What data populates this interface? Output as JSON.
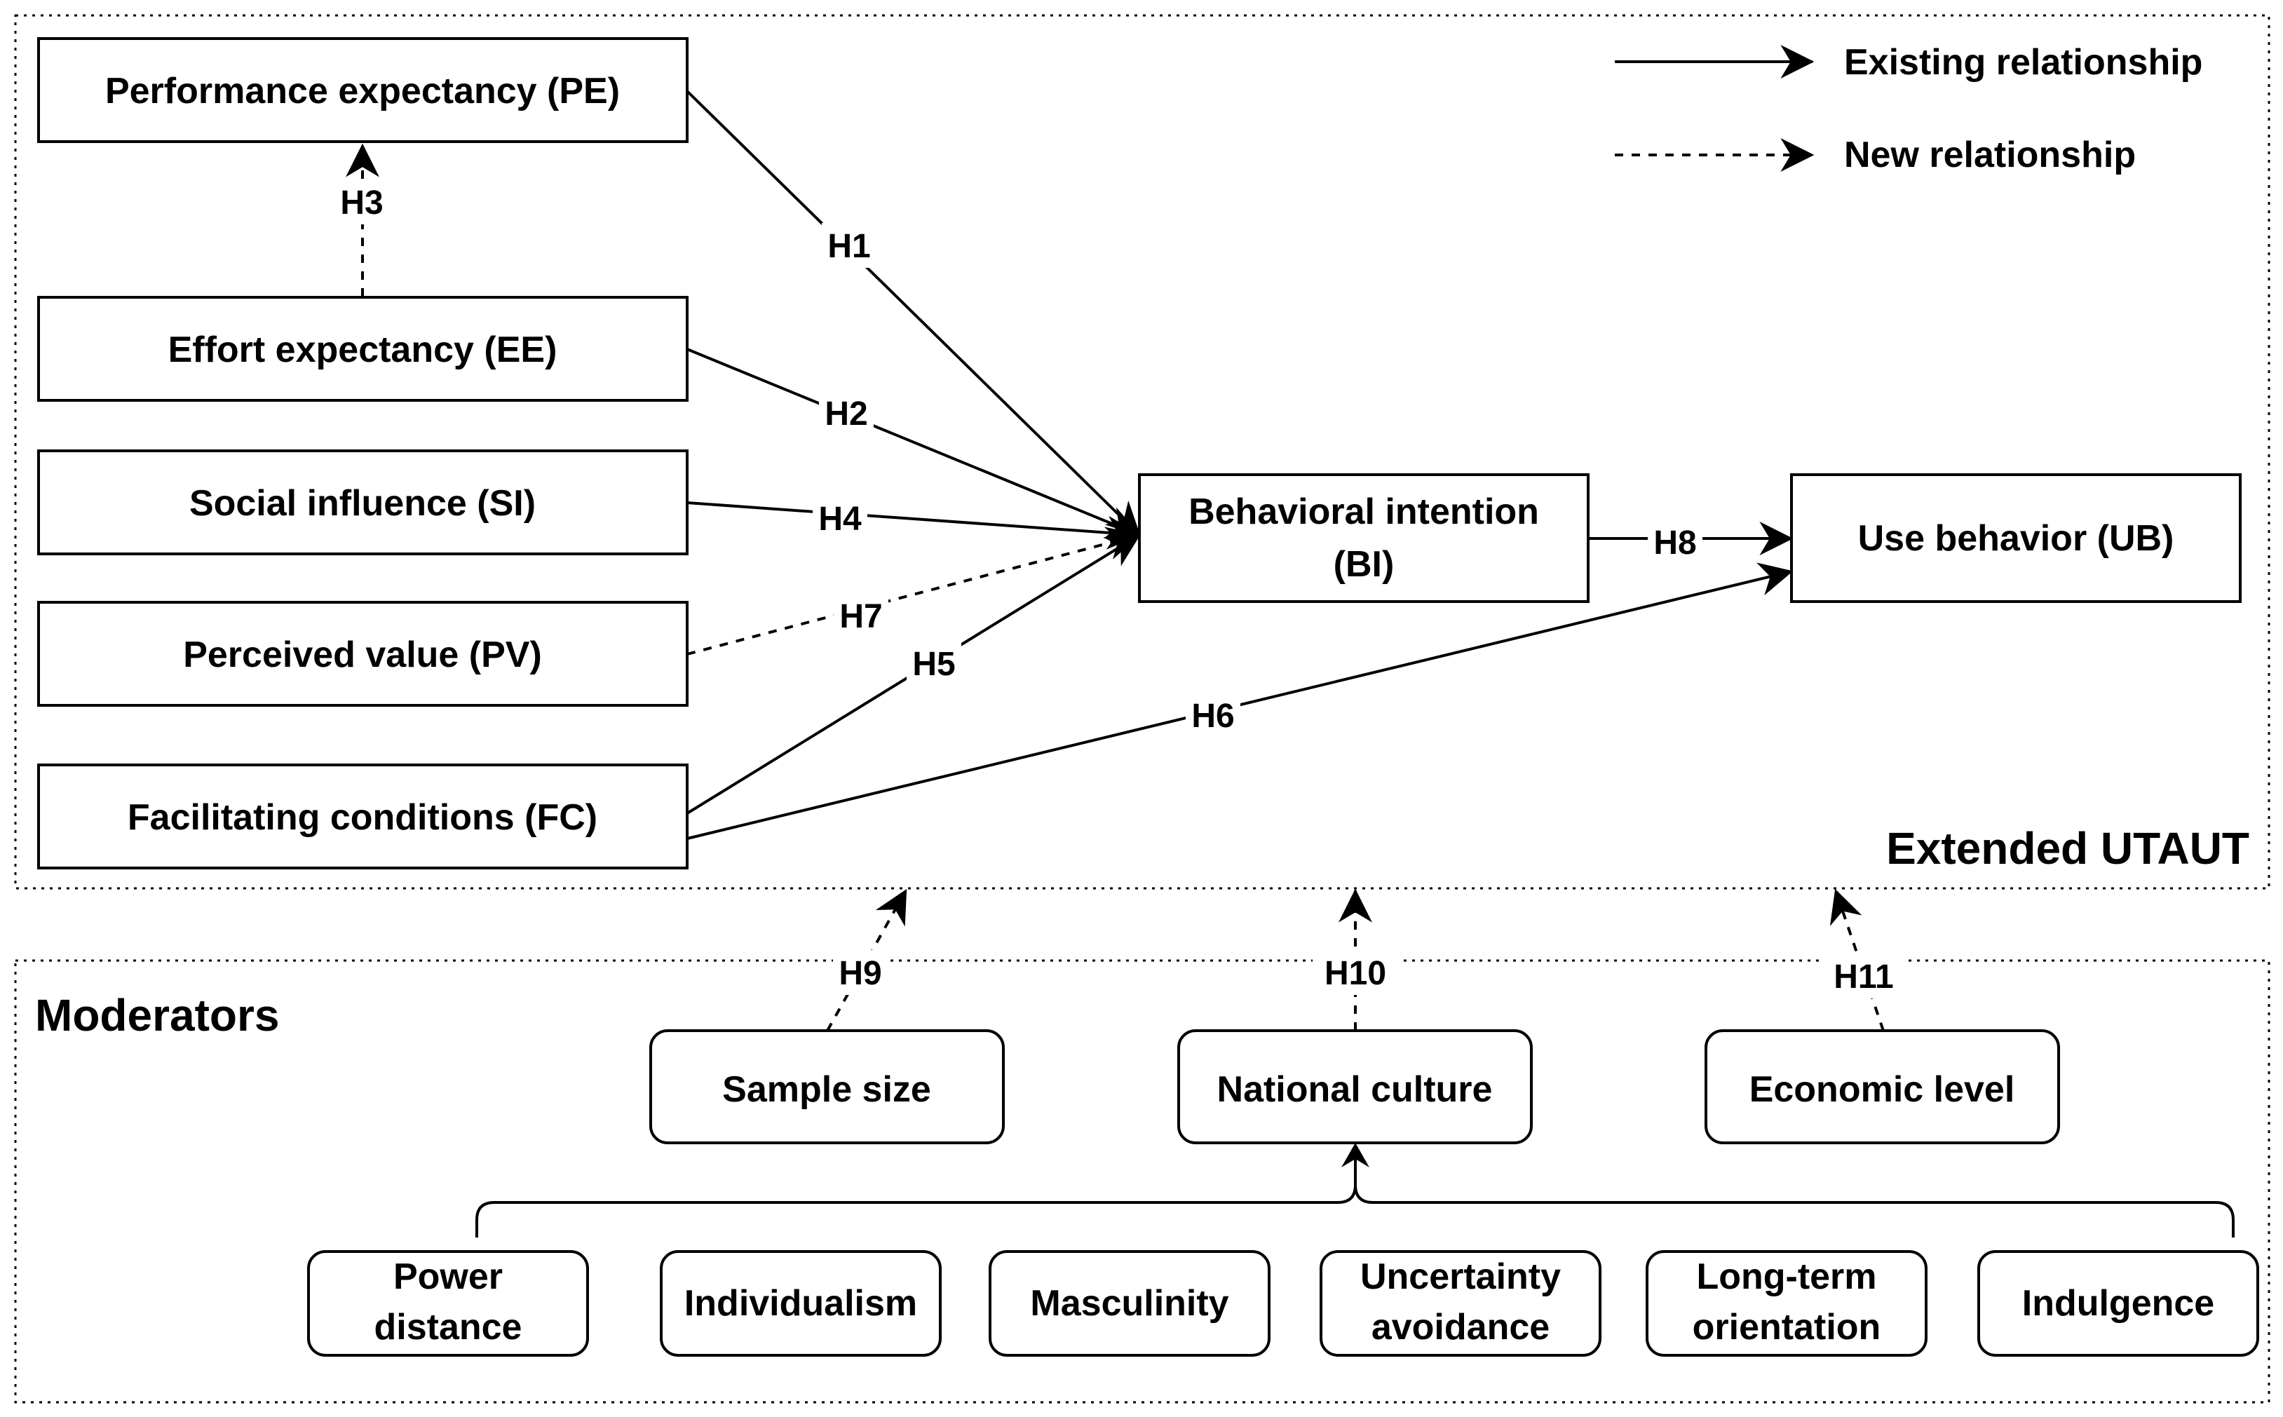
{
  "regions": {
    "extended": "Extended UTAUT",
    "moderators": "Moderators"
  },
  "legend": {
    "existing": "Existing relationship",
    "new": "New relationship"
  },
  "constructs": {
    "pe": "Performance expectancy (PE)",
    "ee": "Effort expectancy (EE)",
    "si": "Social influence (SI)",
    "pv": "Perceived value (PV)",
    "fc": "Facilitating conditions (FC)",
    "bi": [
      "Behavioral intention",
      "(BI)"
    ],
    "ub": "Use behavior (UB)"
  },
  "moderators": {
    "sample_size": "Sample size",
    "national_culture": "National culture",
    "economic_level": "Economic level"
  },
  "culture_dimensions": {
    "power_distance": [
      "Power",
      "distance"
    ],
    "individualism": "Individualism",
    "masculinity": "Masculinity",
    "uncertainty_avoidance": [
      "Uncertainty",
      "avoidance"
    ],
    "long_term_orientation": [
      "Long-term",
      "orientation"
    ],
    "indulgence": "Indulgence"
  },
  "hypotheses": {
    "h1": "H1",
    "h2": "H2",
    "h3": "H3",
    "h4": "H4",
    "h5": "H5",
    "h6": "H6",
    "h7": "H7",
    "h8": "H8",
    "h9": "H9",
    "h10": "H10",
    "h11": "H11"
  }
}
